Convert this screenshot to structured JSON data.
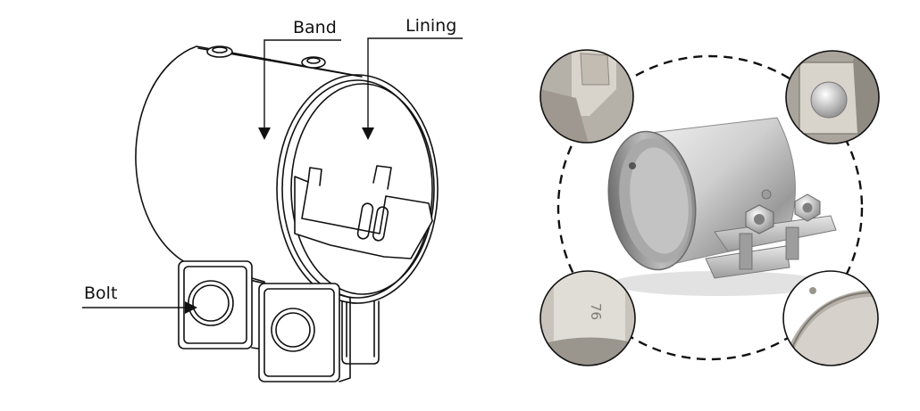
{
  "diagram": {
    "labels": {
      "band": "Band",
      "lining": "Lining",
      "bolt": "Bolt"
    },
    "inset_stamp": "76",
    "colors": {
      "line": "#111111",
      "steel_light": "#e8e8e8",
      "steel_mid": "#bdbdbd",
      "steel_dark": "#7a7a7a"
    }
  }
}
